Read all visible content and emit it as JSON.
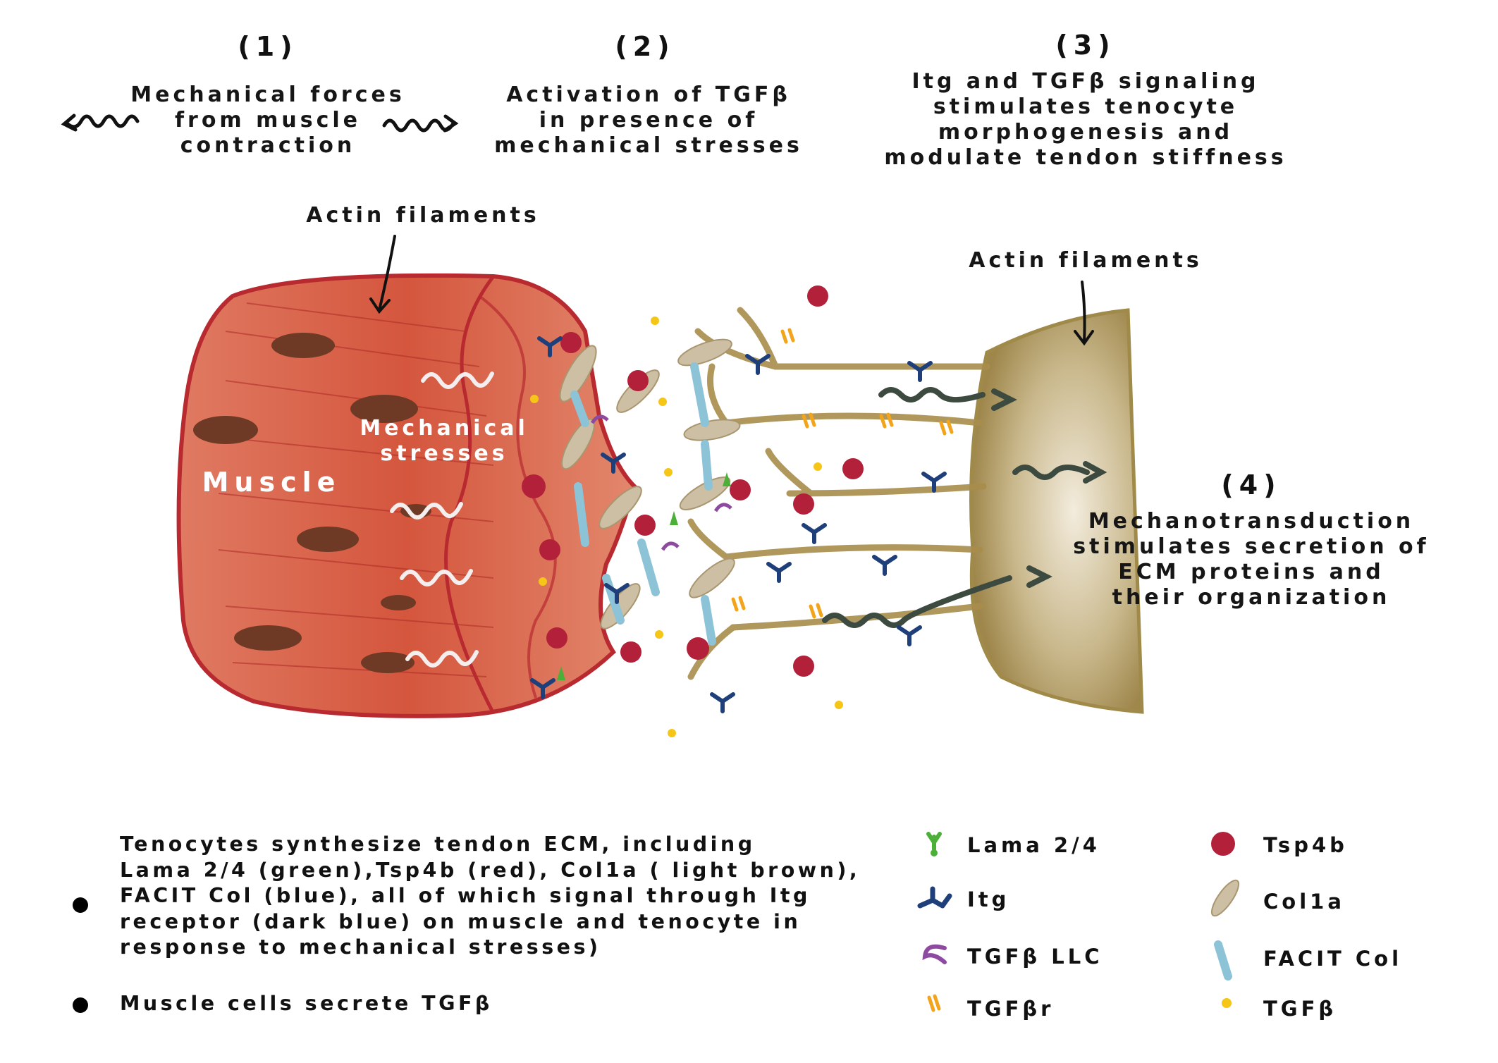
{
  "steps": [
    {
      "number": "(1)",
      "lines": [
        "Mechanical forces",
        "from muscle",
        "contraction"
      ]
    },
    {
      "number": "(2)",
      "lines": [
        "Activation of TGFβ",
        "in presence of",
        "mechanical stresses"
      ]
    },
    {
      "number": "(3)",
      "lines": [
        "Itg and TGFβ signaling",
        "stimulates tenocyte",
        "morphogenesis and",
        "modulate tendon stiffness"
      ]
    },
    {
      "number": "(4)",
      "lines": [
        "Mechanotransduction",
        "stimulates secretion of",
        "ECM proteins and",
        "their organization"
      ]
    }
  ],
  "labels": {
    "actin_left": "Actin filaments",
    "actin_right": "Actin filaments",
    "mechanical_stresses": [
      "Mechanical",
      "stresses"
    ],
    "muscle": "Muscle"
  },
  "bullets": [
    {
      "lines": [
        "Tenocytes synthesize tendon ECM, including",
        "Lama 2/4 (green),Tsp4b (red), Col1a ( light brown),",
        "FACIT Col (blue), all of which signal through Itg",
        "receptor (dark blue) on muscle and tenocyte in",
        "response to mechanical stresses)"
      ]
    },
    {
      "lines": [
        "Muscle cells secrete TGFβ"
      ]
    }
  ],
  "legend": [
    {
      "icon": "lama-icon",
      "label": "Lama 2/4",
      "color": "#4caf38"
    },
    {
      "icon": "tsp4b-icon",
      "label": "Tsp4b",
      "color": "#b3203a"
    },
    {
      "icon": "itg-icon",
      "label": "Itg",
      "color": "#1f3f7a"
    },
    {
      "icon": "col1a-icon",
      "label": "Col1a",
      "color": "#cdbfa3"
    },
    {
      "icon": "tgfb-llc-icon",
      "label": "TGFβ LLC",
      "color": "#8e4aa0"
    },
    {
      "icon": "facit-col-icon",
      "label": "FACIT Col",
      "color": "#8cc3d6"
    },
    {
      "icon": "tgfbr-icon",
      "label": "TGFβr",
      "color": "#f2a51c"
    },
    {
      "icon": "tgfb-icon",
      "label": "TGFβ",
      "color": "#f5c518"
    }
  ],
  "colors": {
    "muscle": "#cf5a40",
    "muscle_outline": "#b82a30",
    "tendon": "#b79a5a",
    "tendon_light": "#d8c7a0",
    "arrow": "#3c4a40"
  }
}
